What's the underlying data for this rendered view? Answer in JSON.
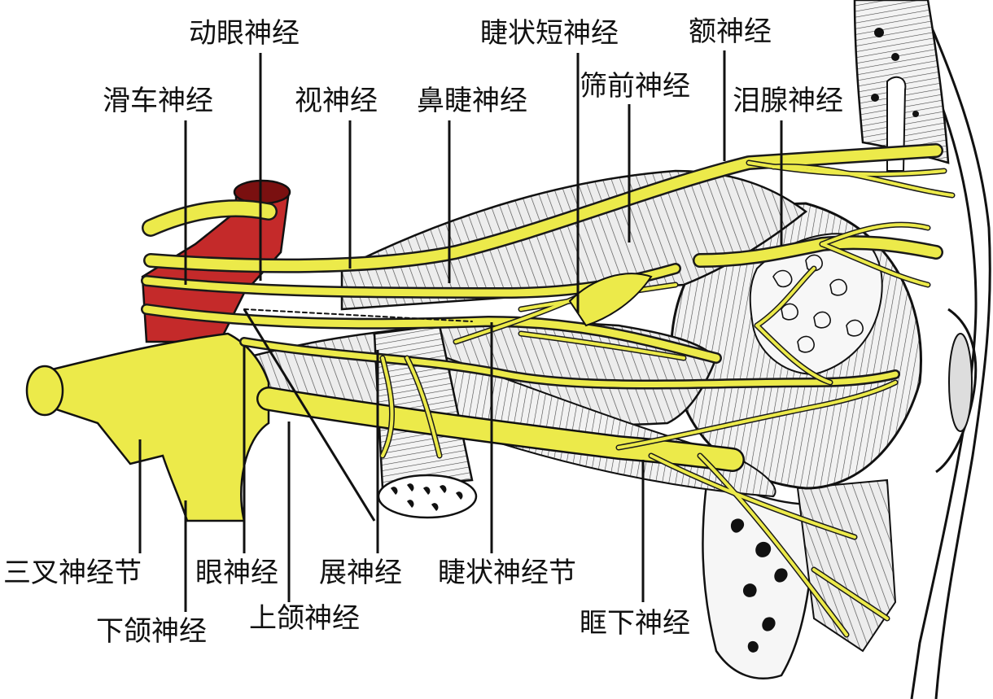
{
  "labels": {
    "oculomotor": "动眼神经",
    "ciliary_short": "睫状短神经",
    "frontal": "额神经",
    "trochlear": "滑车神经",
    "optic": "视神经",
    "nasociliary": "鼻睫神经",
    "ethmoidal_anterior": "筛前神经",
    "lacrimal": "泪腺神经",
    "trigeminal_ganglion": "三叉神经节",
    "ophthalmic": "眼神经",
    "abducens": "展神经",
    "ciliary_ganglion": "睫状神经节",
    "mandibular": "下颌神经",
    "maxillary": "上颌神经",
    "infraorbital": "眶下神经"
  },
  "colors": {
    "nerve": "#ecea4a",
    "nerve_stroke": "#7a7a20",
    "artery": "#c42a2a",
    "artery_dark": "#7a1010",
    "muscle": "#e9e9e9",
    "outline": "#1a1a1a"
  }
}
